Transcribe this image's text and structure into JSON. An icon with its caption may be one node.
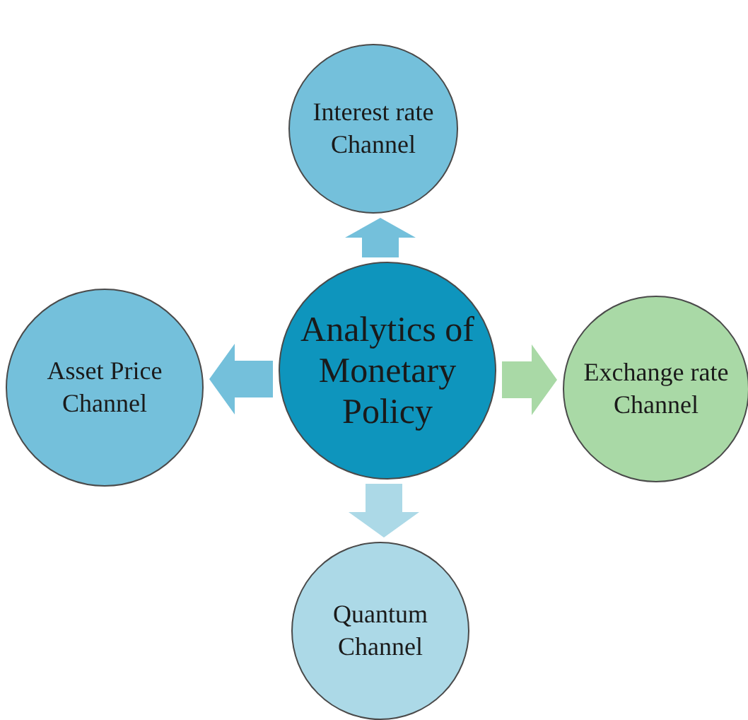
{
  "diagram": {
    "nodes": [
      {
        "text": [
          "Analytics of Monetary Policy"
        ]
      },
      {
        "text": [
          "Interest rate Channel"
        ]
      },
      {
        "text": [
          "Asset Price Channel"
        ]
      },
      {
        "text": [
          "Exchange rate Channel"
        ]
      },
      {
        "text": [
          "Quantum Channel"
        ]
      }
    ],
    "edges": [
      {
        "from": 0,
        "to": 1,
        "arrow": "to",
        "style": "thick",
        "color": "#74c0db"
      },
      {
        "from": 0,
        "to": 2,
        "arrow": "to",
        "style": "thick",
        "color": "#74c0db"
      },
      {
        "from": 0,
        "to": 3,
        "arrow": "to",
        "style": "thick",
        "color": "#a9d9a6"
      },
      {
        "from": 0,
        "to": 4,
        "arrow": "to",
        "style": "thick",
        "color": "#acd9e7"
      }
    ]
  }
}
